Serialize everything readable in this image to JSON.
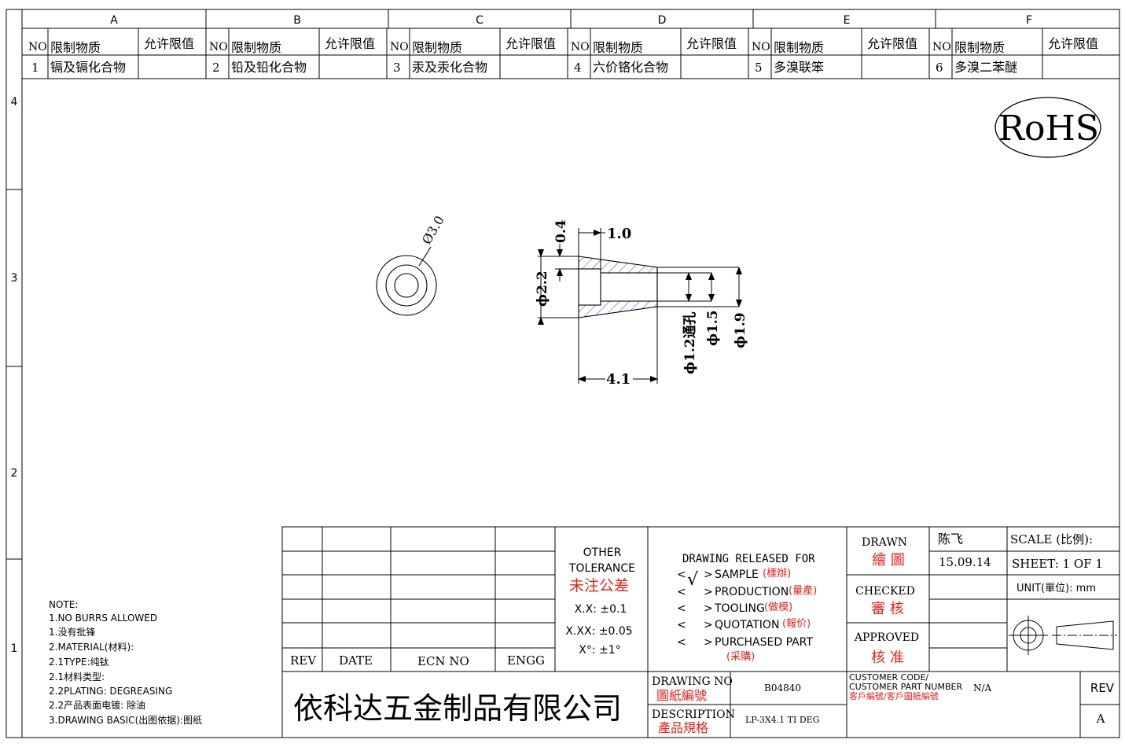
{
  "zones": {
    "columns": [
      "A",
      "B",
      "C",
      "D",
      "E",
      "F"
    ],
    "rows": [
      "4",
      "3",
      "2",
      "1"
    ]
  },
  "rohs_table": {
    "headers": {
      "no": "NO",
      "substance": "限制物质",
      "limit": "允许限值"
    },
    "items": [
      {
        "no": "1",
        "substance": "镉及镉化合物",
        "limit": ""
      },
      {
        "no": "2",
        "substance": "铅及铅化合物",
        "limit": ""
      },
      {
        "no": "3",
        "substance": "汞及汞化合物",
        "limit": ""
      },
      {
        "no": "4",
        "substance": "六价铬化合物",
        "limit": ""
      },
      {
        "no": "5",
        "substance": "多溴联笨",
        "limit": ""
      },
      {
        "no": "6",
        "substance": "多溴二苯醚",
        "limit": ""
      }
    ]
  },
  "rohs_logo": "RoHS",
  "dimensions": {
    "front_diameter": "Ø3.0",
    "len_1": "1.0",
    "len_04": "0.4",
    "dia_22": "ϕ2.2",
    "dia_12": "ϕ1.2通孔",
    "dia_15": "ϕ1.5",
    "dia_19": "ϕ1.9",
    "len_41": "4.1"
  },
  "notes": [
    "NOTE:",
    "1.NO BURRS ALLOWED",
    "1.没有批锋",
    "2.MATERIAL(材料):",
    "2.1TYPE:纯钛",
    "2.1材料类型:",
    "2.2PLATING: DEGREASING",
    "2.2产品表面电镀: 除油",
    "3.DRAWING BASIC(出图依据):图纸"
  ],
  "revision_block": {
    "headers": [
      "REV",
      "DATE",
      "ECN NO",
      "ENGG"
    ]
  },
  "tolerance": {
    "title_1": "OTHER",
    "title_2": "TOLERANCE",
    "title_cn": "未注公差",
    "xx": "X.X: ±0.1",
    "xxx": "X.XX: ±0.05",
    "angle": "X°: ±1°"
  },
  "release": {
    "title": "DRAWING RELEASED FOR",
    "check_mark": "√",
    "items": [
      {
        "en": "SAMPLE",
        "cn": "(樣辦)"
      },
      {
        "en": "PRODUCTION",
        "cn": "(量產)"
      },
      {
        "en": "TOOLING",
        "cn": "(做模)"
      },
      {
        "en": "QUOTATION",
        "cn": "(報价)"
      },
      {
        "en": "PURCHASED PART",
        "cn": "(采購)"
      }
    ]
  },
  "approvals": {
    "drawn_en": "DRAWN",
    "drawn_cn": "繪 圖",
    "checked_en": "CHECKED",
    "checked_cn": "審 核",
    "approved_en": "APPROVED",
    "approved_cn": "核 准",
    "drawn_by": "陈飞",
    "date": "15.09.14"
  },
  "scale": {
    "scale_label": "SCALE (比例):",
    "sheet": "SHEET:  1 OF 1",
    "unit": "UNIT(單位): mm"
  },
  "company": "依科达五金制品有限公司",
  "drawing_no": {
    "label_en": "DRAWING NO",
    "label_cn": "圖紙編號",
    "value": "B04840"
  },
  "description": {
    "label_en": "DESCRIPTION",
    "label_cn": "產品規格",
    "value": "LP-3X4.1 TI DEG"
  },
  "customer": {
    "label_en_1": "CUSTOMER CODE/",
    "label_en_2": "CUSTOMER PART NUMBER",
    "label_cn": "客戶編號/客戶圖紙編號",
    "value": "N/A"
  },
  "rev": {
    "label": "REV",
    "value": "A"
  },
  "colors": {
    "red": "#e0241b",
    "hatch": "#3b3bc8",
    "line": "#000000"
  }
}
